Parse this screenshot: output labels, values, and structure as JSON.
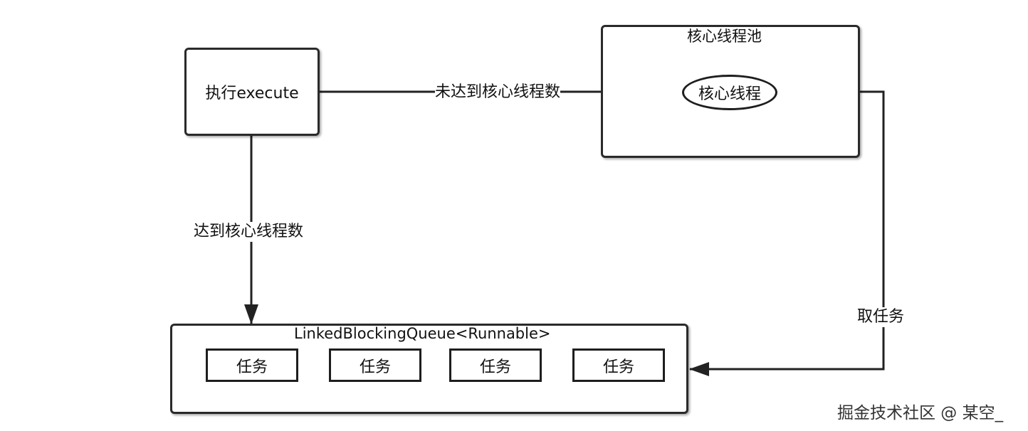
{
  "execute_box": {
    "label": "执行execute"
  },
  "core_pool": {
    "title": "核心线程池",
    "core_thread": "核心线程"
  },
  "queue": {
    "title": "LinkedBlockingQueue<Runnable>",
    "tasks": [
      "任务",
      "任务",
      "任务",
      "任务"
    ]
  },
  "edges": {
    "below_core": "未达到核心线程数",
    "reached_core": "达到核心线程数",
    "take_task": "取任务"
  },
  "watermark": "掘金技术社区 @ 某空_",
  "colors": {
    "stroke": "#2a2a2a",
    "background": "#ffffff"
  }
}
